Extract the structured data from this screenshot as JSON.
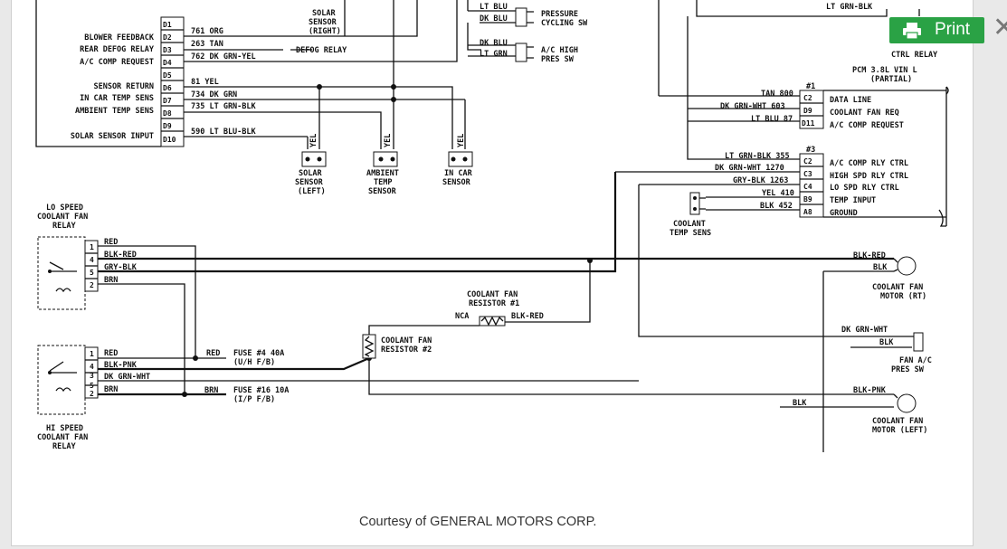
{
  "caption": "Courtesy of GENERAL MOTORS CORP.",
  "print_button": {
    "label": "Print",
    "icon": "printer-icon"
  },
  "close_button": {
    "label": "✕",
    "icon": "close-icon"
  },
  "colors": {
    "print_button": "#2aa245",
    "ink": "#111111",
    "page": "#ffffff"
  },
  "diagram": {
    "labels": {
      "ctrl_blower": "BLOWER FEEDBACK",
      "ctrl_defog": "REAR DEFOG RELAY",
      "ctrl_acreq": "A/C COMP REQUEST",
      "ctrl_sensret": "SENSOR RETURN",
      "ctrl_incar": "IN CAR TEMP SENS",
      "ctrl_ambient": "AMBIENT TEMP SENS",
      "ctrl_solar": "SOLAR SENSOR INPUT",
      "pin_d1": "D1",
      "pin_d2": "D2",
      "pin_d3": "D3",
      "pin_d4": "D4",
      "pin_d5": "D5",
      "pin_d6": "D6",
      "pin_d7": "D7",
      "pin_d8": "D8",
      "pin_d9": "D9",
      "pin_d10": "D10",
      "wire_761": "761 ORG",
      "wire_263": "263 TAN",
      "wire_762": "762 DK GRN-YEL",
      "wire_81": "81 YEL",
      "wire_734": "734 DK GRN",
      "wire_735": "735 LT GRN-BLK",
      "wire_590": "590 LT BLU-BLK",
      "defog_relay": "DEFOG RELAY",
      "solar_right_1": "SOLAR",
      "solar_right_2": "SENSOR",
      "solar_right_3": "(RIGHT)",
      "yel_1": "YEL",
      "yel_2": "YEL",
      "yel_3": "YEL",
      "solar_left_1": "SOLAR",
      "solar_left_2": "SENSOR",
      "solar_left_3": "(LEFT)",
      "ambient_1": "AMBIENT",
      "ambient_2": "TEMP",
      "ambient_3": "SENSOR",
      "incar_1": "IN CAR",
      "incar_2": "SENSOR",
      "lt_blu_top": "LT BLU",
      "dk_blu": "DK BLU",
      "dk_blu_2": "DK BLU",
      "lt_grn": "LT GRN",
      "pressure_1": "PRESSURE",
      "pressure_2": "CYCLING SW",
      "achigh_1": "A/C HIGH",
      "achigh_2": "PRES SW",
      "ltgrnblk_top": "LT GRN-BLK",
      "ctrl_relay": "CTRL RELAY",
      "pcm_1": "PCM 3.8L VIN L",
      "pcm_2": "(PARTIAL)",
      "conn_1": "#1",
      "conn_3": "#3",
      "tan_800": "TAN 800",
      "dkgrnwht_603": "DK GRN-WHT 603",
      "ltblu_87": "LT BLU 87",
      "ltgrnblk_355": "LT GRN-BLK 355",
      "dkgrnwht_1270": "DK GRN-WHT 1270",
      "grayblk_1263": "GRY-BLK 1263",
      "yel_410": "YEL 410",
      "blk_452": "BLK 452",
      "pcm_c2": "C2",
      "pcm_d9": "D9",
      "pcm_d11": "D11",
      "pcm_c2b": "C2",
      "pcm_c3": "C3",
      "pcm_c4": "C4",
      "pcm_b9": "B9",
      "pcm_a8": "A8",
      "fn_data": "DATA LINE",
      "fn_fanreq": "COOLANT FAN REQ",
      "fn_acreq": "A/C COMP REQUEST",
      "fn_acrly": "A/C COMP RLY CTRL",
      "fn_highspd": "HIGH SPD RLY CTRL",
      "fn_lospd": "LO SPD RLY CTRL",
      "fn_temp": "TEMP INPUT",
      "fn_ground": "GROUND",
      "cts_1": "COOLANT",
      "cts_2": "TEMP SENS",
      "lo_1": "LO SPEED",
      "lo_2": "COOLANT FAN",
      "lo_3": "RELAY",
      "hi_1": "HI SPEED",
      "hi_2": "COOLANT FAN",
      "hi_3": "RELAY",
      "lo_red": "RED",
      "lo_blkred": "BLK-RED",
      "lo_grayblk": "GRY-BLK",
      "lo_brn": "BRN",
      "hi_red": "RED",
      "hi_blkpnk": "BLK-PNK",
      "hi_dkgrnwht": "DK GRN-WHT",
      "hi_brn": "BRN",
      "relay_pin_1": "1",
      "relay_pin_4": "4",
      "relay_pin_5": "5",
      "relay_pin_2": "2",
      "relay2_pin_1": "1",
      "relay2_pin_4": "4",
      "relay2_pin_3": "3",
      "relay2_pin_5": "5",
      "relay2_pin_2": "2",
      "fuse4_red": "RED",
      "fuse4_1": "FUSE #4 40A",
      "fuse4_2": "(U/H F/B)",
      "fuse16_brn": "BRN",
      "fuse16_1": "FUSE #16 10A",
      "fuse16_2": "(I/P F/B)",
      "res1_1": "COOLANT FAN",
      "res1_2": "RESISTOR #1",
      "res1_nca": "NCA",
      "res1_blkred": "BLK-RED",
      "res2_1": "COOLANT FAN",
      "res2_2": "RESISTOR #2",
      "mrt_blkred": "BLK-RED",
      "mrt_blk": "BLK",
      "mrt_1": "COOLANT FAN",
      "mrt_2": "MOTOR (RT)",
      "sw_dkgrnwht": "DK GRN-WHT",
      "sw_blk": "BLK",
      "sw_1": "FAN A/C",
      "sw_2": "PRES SW",
      "mlt_blkpnk": "BLK-PNK",
      "mlt_blk": "BLK",
      "mlt_1": "COOLANT FAN",
      "mlt_2": "MOTOR (LEFT)"
    }
  }
}
